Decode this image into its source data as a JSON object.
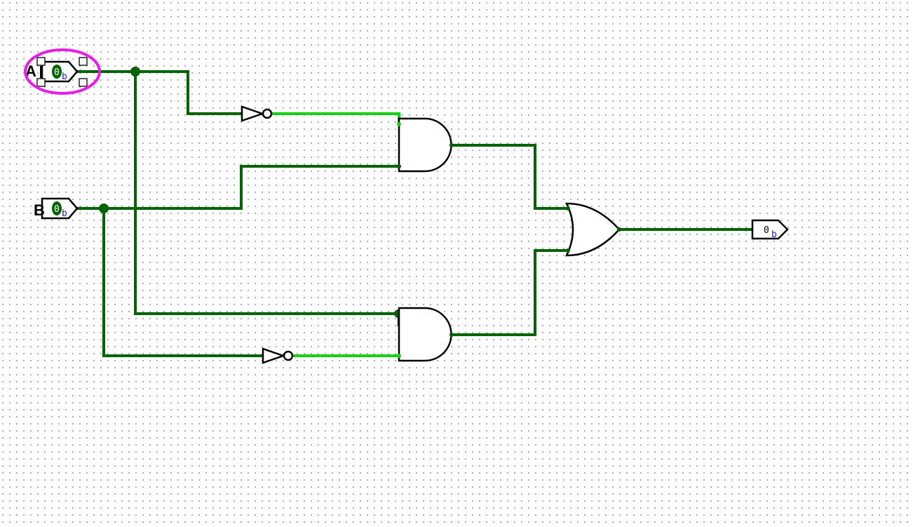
{
  "circuit": {
    "inputs": [
      {
        "label": "A",
        "value": "0",
        "radix": "b",
        "selected": true
      },
      {
        "label": "B",
        "value": "0",
        "radix": "b",
        "selected": false
      }
    ],
    "output": {
      "value": "0",
      "radix": "b"
    },
    "gates": [
      "NOT",
      "NOT",
      "AND",
      "AND",
      "OR"
    ]
  },
  "colors": {
    "wire_low": "#006400",
    "wire_high": "#16d016",
    "selection": "#e81ee8",
    "radix_text": "#1b1bd8"
  }
}
